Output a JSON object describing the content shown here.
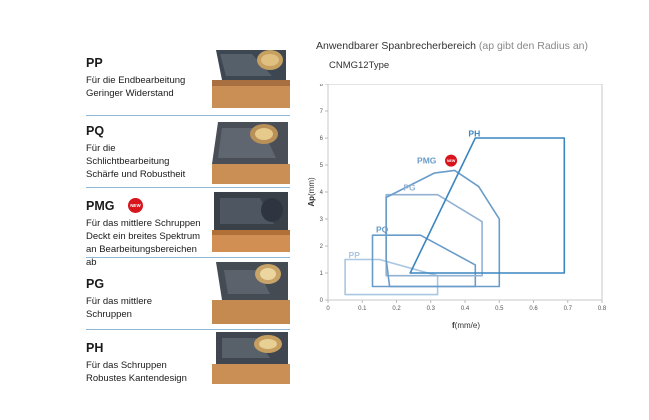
{
  "rows": [
    {
      "code": "PP",
      "desc1": "Für die Endbearbeitung",
      "desc2": "Geringer Widerstand"
    },
    {
      "code": "PQ",
      "desc1": "Für die",
      "desc2": "Schlichtbearbeitung",
      "desc3": "Schärfe und Robustheit"
    },
    {
      "code": "PMG",
      "desc1": "Für das mittlere Schruppen",
      "desc2": "Deckt ein breites Spektrum",
      "desc3": "an Bearbeitungsbereichen",
      "desc4": "ab"
    },
    {
      "code": "PG",
      "desc1": "Für das mittlere",
      "desc2": "Schruppen"
    },
    {
      "code": "PH",
      "desc1": "Für das Schruppen",
      "desc2": "Robustes Kantendesign"
    }
  ],
  "badge": {
    "label": "NEW",
    "color": "#d8141c"
  },
  "chart_header": {
    "title": "Anwendbarer Spanbrecherbereich",
    "subtitle": "(ap gibt den Radius an)",
    "chart_type": "CNMG12Type"
  },
  "chart_data": {
    "type": "area",
    "xlabel_main": "f",
    "xlabel_unit": "(mm/e)",
    "ylabel_main": "Ap",
    "ylabel_unit": "(mm)",
    "xlim": [
      0,
      0.8
    ],
    "ylim": [
      0,
      8
    ],
    "xticks": [
      "0",
      "0.1",
      "0.2",
      "0.3",
      "0.4",
      "0.5",
      "0.6",
      "0.7",
      "0.8"
    ],
    "yticks": [
      "0",
      "1",
      "2",
      "3",
      "4",
      "5",
      "6",
      "7",
      "8"
    ],
    "grid": false,
    "series": [
      {
        "name": "PP",
        "color": "#a9c6e2",
        "label_pos": [
          0.06,
          1.55
        ],
        "points": [
          [
            0.05,
            1.5
          ],
          [
            0.15,
            1.5
          ],
          [
            0.32,
            0.9
          ],
          [
            0.32,
            0.2
          ],
          [
            0.05,
            0.2
          ]
        ]
      },
      {
        "name": "PQ",
        "color": "#6a9cc9",
        "label_pos": [
          0.14,
          2.5
        ],
        "points": [
          [
            0.13,
            2.4
          ],
          [
            0.27,
            2.4
          ],
          [
            0.43,
            1.3
          ],
          [
            0.43,
            0.5
          ],
          [
            0.13,
            0.5
          ]
        ]
      },
      {
        "name": "PG",
        "color": "#92b2d3",
        "label_pos": [
          0.22,
          4.05
        ],
        "points": [
          [
            0.17,
            3.9
          ],
          [
            0.32,
            3.9
          ],
          [
            0.45,
            2.9
          ],
          [
            0.45,
            0.9
          ],
          [
            0.17,
            0.9
          ]
        ]
      },
      {
        "name": "PMG",
        "color": "#6a9cc9",
        "label_pos": [
          0.26,
          5.05
        ],
        "points": [
          [
            0.17,
            3.8
          ],
          [
            0.31,
            4.7
          ],
          [
            0.37,
            4.8
          ],
          [
            0.44,
            4.2
          ],
          [
            0.48,
            3.4
          ],
          [
            0.5,
            3.0
          ],
          [
            0.5,
            0.5
          ],
          [
            0.18,
            0.5
          ],
          [
            0.17,
            1.5
          ]
        ]
      },
      {
        "name": "PH",
        "color": "#3a86c0",
        "label_pos": [
          0.41,
          6.05
        ],
        "points": [
          [
            0.24,
            1.0
          ],
          [
            0.43,
            6.0
          ],
          [
            0.69,
            6.0
          ],
          [
            0.69,
            1.0
          ]
        ]
      }
    ]
  }
}
